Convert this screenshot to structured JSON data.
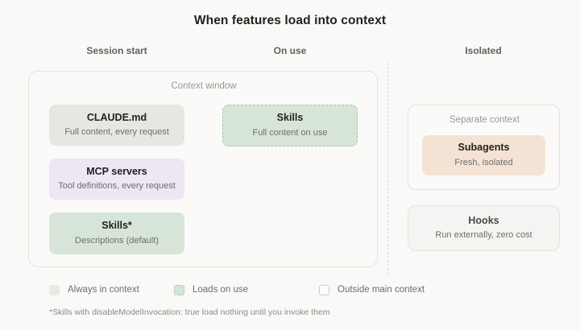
{
  "title": "When features load into context",
  "columns": [
    {
      "id": "session-start",
      "label": "Session start"
    },
    {
      "id": "on-use",
      "label": "On use"
    },
    {
      "id": "isolated",
      "label": "Isolated"
    }
  ],
  "context_window": {
    "label": "Context window",
    "cards": [
      {
        "id": "claude-md",
        "title": "CLAUDE.md",
        "subtitle": "Full content, every request",
        "fill": "#e7e7e1",
        "style": "solid"
      },
      {
        "id": "mcp-servers",
        "title": "MCP servers",
        "subtitle": "Tool definitions, every request",
        "fill": "#ece7f3",
        "style": "solid"
      },
      {
        "id": "skills-descriptions",
        "title": "Skills*",
        "subtitle": "Descriptions (default)",
        "fill": "#d6e5d7",
        "style": "solid"
      }
    ],
    "on_use_cards": [
      {
        "id": "skills-on-use",
        "title": "Skills",
        "subtitle": "Full content on use",
        "fill": "#d6e5d7",
        "style": "dashed",
        "border": "#a9c4ac"
      }
    ]
  },
  "isolated": {
    "separate_context": {
      "label": "Separate context",
      "cards": [
        {
          "id": "subagents",
          "title": "Subagents",
          "subtitle": "Fresh, isolated",
          "fill": "#f4e3d4",
          "style": "solid"
        }
      ]
    },
    "cards": [
      {
        "id": "hooks",
        "title": "Hooks",
        "subtitle": "Run externally, zero cost",
        "fill": "#f5f4f2",
        "style": "solid-border"
      }
    ]
  },
  "legend": [
    {
      "id": "always-in-context",
      "label": "Always in context",
      "swatch": "always",
      "color": "#e9e9e4"
    },
    {
      "id": "loads-on-use",
      "label": "Loads on use",
      "swatch": "loads",
      "color": "#d6e5d7"
    },
    {
      "id": "outside-main-context",
      "label": "Outside main context",
      "swatch": "outside",
      "color": "#fdfdfc"
    }
  ],
  "footnote": "*Skills with disableModelInvocation: true load nothing until you invoke them",
  "colors": {
    "background": "#faf9f8",
    "panel_border": "#e4e2de",
    "divider": "#d8d6d2",
    "title_text": "#23221f",
    "muted_text": "#9a9793",
    "subtitle_text": "#6f6d69"
  }
}
